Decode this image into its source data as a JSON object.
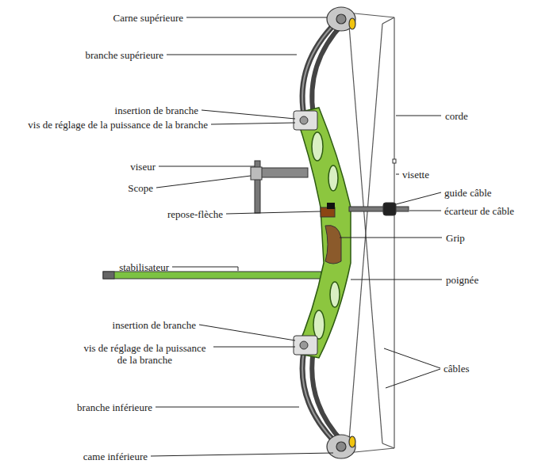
{
  "diagram": {
    "labels": [
      "Carne supérieure",
      "branche supérieure",
      "insertion de branche",
      "vis de réglage de la puissance de la branche",
      "viseur",
      "Scope",
      "repose-flèche",
      "stabilisateur",
      "insertion de branche",
      "vis de réglage de la puissance de la branche",
      "branche inférieure",
      "came inférieure",
      "corde",
      "visette",
      "guide câble",
      "écarteur de câble",
      "Grip",
      "poignée",
      "câbles"
    ]
  }
}
